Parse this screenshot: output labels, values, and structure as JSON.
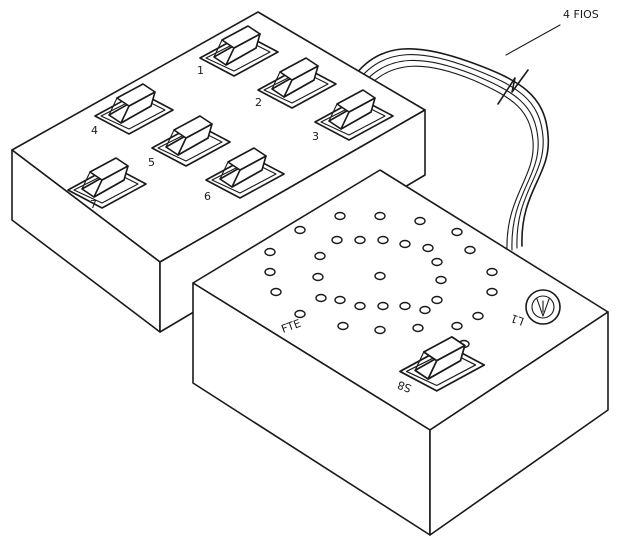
{
  "labels": {
    "wires": "4 FIOS",
    "switch_numbers": [
      "1",
      "2",
      "3",
      "4",
      "5",
      "6",
      "7"
    ],
    "speaker": "FTE",
    "lamp": "L1",
    "main_switch": "S8"
  },
  "colors": {
    "ink": "#1a1a1a",
    "paper": "#ffffff"
  }
}
